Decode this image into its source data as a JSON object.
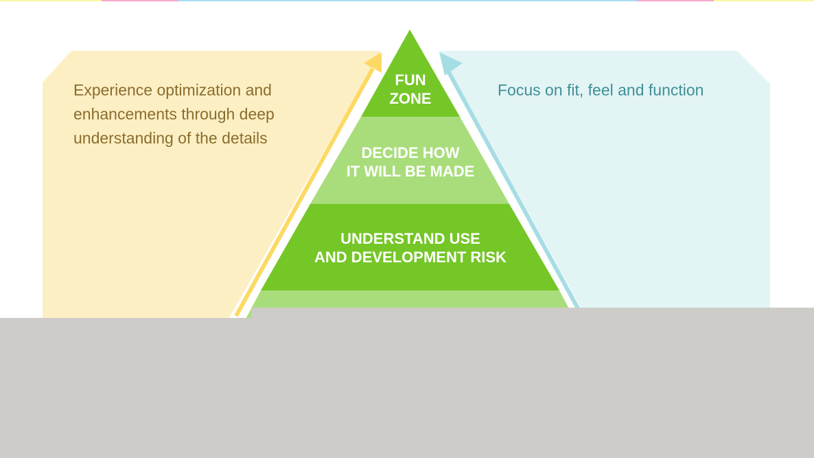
{
  "colors": {
    "left_panel": "#fdefc4",
    "left_text": "#8a6d2c",
    "left_arrow": "#fcd962",
    "right_panel": "#e3f4f5",
    "right_text": "#3f8f96",
    "right_arrow": "#a6dde3",
    "tier_dark_green": "#75c627",
    "tier_light_green": "#a9dd7b",
    "tier_text": "#ffffff",
    "occluder_gray": "#cdccc9",
    "strip_yellow": "#fdf6a6",
    "strip_pink": "#f6a7cb",
    "strip_blue": "#a9ddf2"
  },
  "left_panel": {
    "text": "Experience optimization and enhancements through deep understanding of the details"
  },
  "right_panel": {
    "text": "Focus on fit, feel and function"
  },
  "pyramid": {
    "tiers": [
      {
        "line1": "FUN",
        "line2": "ZONE",
        "fill": "dark"
      },
      {
        "line1": "DECIDE HOW",
        "line2": "IT WILL BE MADE",
        "fill": "light"
      },
      {
        "line1": "UNDERSTAND USE",
        "line2": "AND DEVELOPMENT RISK",
        "fill": "dark"
      },
      {
        "line1": "",
        "line2": "",
        "fill": "light"
      }
    ]
  }
}
